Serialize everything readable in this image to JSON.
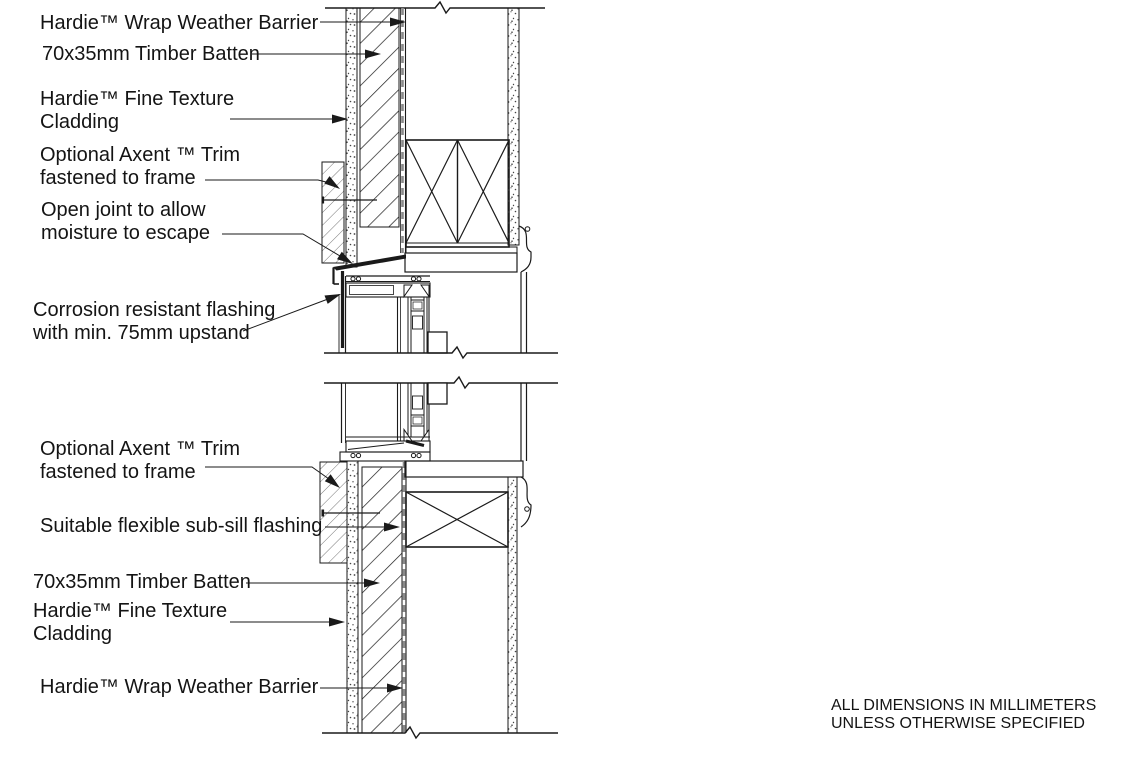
{
  "drawing": {
    "title_meaning": "Window head and sill construction detail",
    "colors": {
      "line": "#1a1a1a",
      "weather_barrier_gray": "#8a8a8a",
      "background": "#ffffff"
    },
    "head_detail": {
      "labels": [
        {
          "id": "wrap-weather-barrier",
          "lines": [
            "Hardie™ Wrap Weather Barrier",
            ""
          ]
        },
        {
          "id": "timber-batten",
          "lines": [
            "70x35mm Timber Batten",
            ""
          ]
        },
        {
          "id": "fine-texture-cladding",
          "lines": [
            "Hardie™ Fine Texture",
            "Cladding"
          ]
        },
        {
          "id": "axent-trim",
          "lines": [
            "Optional Axent ™ Trim",
            "fastened to frame"
          ]
        },
        {
          "id": "open-joint",
          "lines": [
            "Open joint to allow",
            "moisture to escape"
          ]
        },
        {
          "id": "corrosion-flashing",
          "lines": [
            "Corrosion resistant flashing",
            "with min. 75mm upstand"
          ]
        }
      ]
    },
    "sill_detail": {
      "labels": [
        {
          "id": "axent-trim",
          "lines": [
            "Optional Axent ™ Trim",
            "fastened to frame"
          ]
        },
        {
          "id": "sub-sill-flashing",
          "lines": [
            "Suitable flexible sub-sill flashing",
            ""
          ]
        },
        {
          "id": "timber-batten",
          "lines": [
            "70x35mm Timber Batten",
            ""
          ]
        },
        {
          "id": "fine-texture-cladding",
          "lines": [
            "Hardie™ Fine Texture",
            "Cladding"
          ]
        },
        {
          "id": "wrap-weather-barrier",
          "lines": [
            "Hardie™ Wrap Weather Barrier",
            ""
          ]
        }
      ]
    },
    "footnote": {
      "lines": [
        "ALL DIMENSIONS IN MILLIMETERS",
        "UNLESS OTHERWISE SPECIFIED"
      ]
    }
  }
}
